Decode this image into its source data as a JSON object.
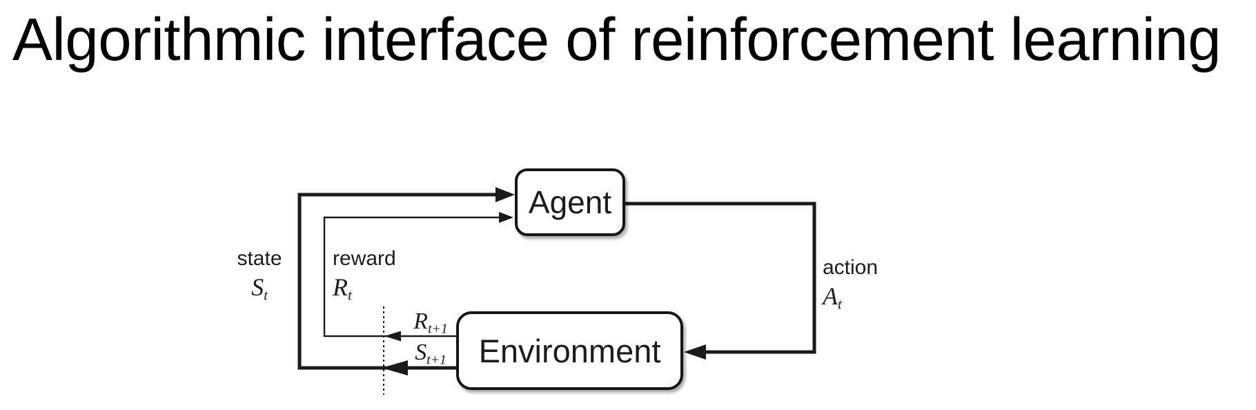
{
  "title": "Algorithmic interface of reinforcement learning",
  "diagram": {
    "agent_label": "Agent",
    "environment_label": "Environment",
    "state": {
      "word": "state",
      "sym": "S",
      "sub": "t"
    },
    "reward": {
      "word": "reward",
      "sym": "R",
      "sub": "t"
    },
    "action": {
      "word": "action",
      "sym": "A",
      "sub": "t"
    },
    "next_reward": {
      "sym": "R",
      "sub": "t+1"
    },
    "next_state": {
      "sym": "S",
      "sub": "t+1"
    },
    "colors": {
      "ink": "#1a1a1a",
      "title_text": "#000000",
      "background": "#ffffff",
      "box_fill": "#ffffff"
    }
  }
}
